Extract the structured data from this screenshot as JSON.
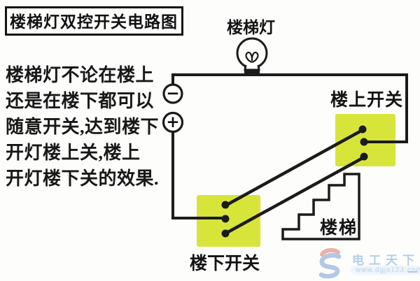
{
  "title": "楼梯灯双控开关电路图",
  "description": {
    "lines": [
      "楼梯灯不论在楼上",
      "还是在楼下都可以",
      "随意开关,达到楼下",
      "开灯楼上关,楼上",
      "开灯楼下关的效果."
    ]
  },
  "diagram": {
    "lamp_label": "楼梯灯",
    "upstairs_switch_label": "楼上开关",
    "downstairs_switch_label": "楼下开关",
    "stairs_label": "楼梯",
    "negative_terminal_symbol": "−",
    "positive_terminal_symbol": "+",
    "icons": {
      "lamp": "light-bulb-icon",
      "negative": "minus-in-circle-icon",
      "positive": "plus-in-circle-icon",
      "stairs": "staircase-outline"
    }
  },
  "watermark": {
    "site_name": "电工天下",
    "url": "www.dgjs123.com"
  },
  "colors": {
    "line": "#1b1b1b",
    "switch_highlight": "#d7e53a",
    "background": "#fdfdfc",
    "watermark_text": "#a8c9e8",
    "watermark_logo_blue": "#4f7fc9",
    "watermark_logo_red": "#cf4a38"
  }
}
